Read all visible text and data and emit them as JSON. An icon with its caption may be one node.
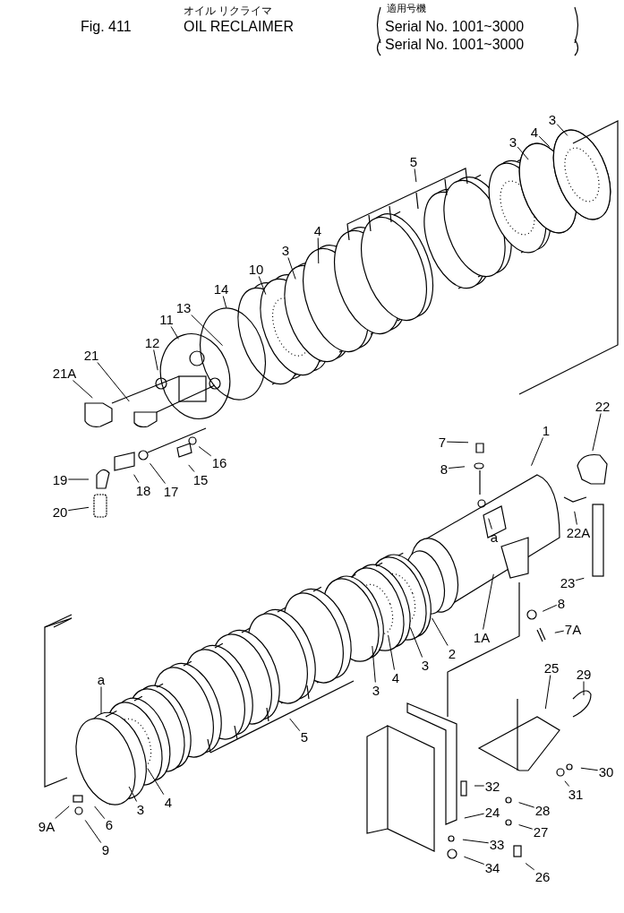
{
  "diagram": {
    "title": "OIL RECLAIMER",
    "nodes": [
      {
        "text": [
          "3"
        ]
      },
      {
        "text": [
          "4"
        ]
      },
      {
        "text": [
          "3"
        ]
      },
      {
        "text": [
          "5"
        ]
      },
      {
        "text": [
          "4"
        ]
      },
      {
        "text": [
          "3"
        ]
      },
      {
        "text": [
          "10"
        ]
      },
      {
        "text": [
          "14"
        ]
      },
      {
        "text": [
          "13"
        ]
      },
      {
        "text": [
          "11"
        ]
      },
      {
        "text": [
          "12"
        ]
      },
      {
        "text": [
          "21"
        ]
      },
      {
        "text": [
          "21A"
        ]
      },
      {
        "text": [
          "22"
        ]
      },
      {
        "text": [
          "1"
        ]
      },
      {
        "text": [
          "7"
        ]
      },
      {
        "text": [
          "8"
        ]
      },
      {
        "text": [
          "16"
        ]
      },
      {
        "text": [
          "15"
        ]
      },
      {
        "text": [
          "17"
        ]
      },
      {
        "text": [
          "18"
        ]
      },
      {
        "text": [
          "19"
        ]
      },
      {
        "text": [
          "20"
        ]
      },
      {
        "text": [
          "a"
        ]
      },
      {
        "text": [
          "22A"
        ]
      },
      {
        "text": [
          "23"
        ]
      },
      {
        "text": [
          "8"
        ]
      },
      {
        "text": [
          "7A"
        ]
      },
      {
        "text": [
          "1A"
        ]
      },
      {
        "text": [
          "2"
        ]
      },
      {
        "text": [
          "3"
        ]
      },
      {
        "text": [
          "4"
        ]
      },
      {
        "text": [
          "3"
        ]
      },
      {
        "text": [
          "25"
        ]
      },
      {
        "text": [
          "29"
        ]
      },
      {
        "text": [
          "a"
        ]
      },
      {
        "text": [
          "5"
        ]
      },
      {
        "text": [
          "30"
        ]
      },
      {
        "text": [
          "31"
        ]
      },
      {
        "text": [
          "32"
        ]
      },
      {
        "text": [
          "28"
        ]
      },
      {
        "text": [
          "24"
        ]
      },
      {
        "text": [
          "27"
        ]
      },
      {
        "text": [
          "33"
        ]
      },
      {
        "text": [
          "26"
        ]
      },
      {
        "text": [
          "34"
        ]
      },
      {
        "text": [
          "3"
        ]
      },
      {
        "text": [
          "4"
        ]
      },
      {
        "text": [
          "9A"
        ]
      },
      {
        "text": [
          "6"
        ]
      },
      {
        "text": [
          "9"
        ]
      }
    ],
    "edges": [
      {
        "from": 0,
        "to": null,
        "arrow": "none"
      },
      {
        "from": 1,
        "to": null,
        "arrow": "none"
      },
      {
        "from": 2,
        "to": null,
        "arrow": "none"
      },
      {
        "from": 3,
        "to": null,
        "arrow": "none"
      },
      {
        "from": 4,
        "to": null,
        "arrow": "none"
      },
      {
        "from": 5,
        "to": null,
        "arrow": "none"
      },
      {
        "from": 6,
        "to": null,
        "arrow": "none"
      },
      {
        "from": 7,
        "to": null,
        "arrow": "none"
      },
      {
        "from": 8,
        "to": null,
        "arrow": "none"
      },
      {
        "from": 9,
        "to": null,
        "arrow": "none"
      },
      {
        "from": 10,
        "to": null,
        "arrow": "none"
      },
      {
        "from": 11,
        "to": null,
        "arrow": "none"
      },
      {
        "from": 12,
        "to": null,
        "arrow": "none"
      },
      {
        "from": 13,
        "to": null,
        "arrow": "none"
      },
      {
        "from": 14,
        "to": null,
        "arrow": "none"
      },
      {
        "from": 15,
        "to": null,
        "arrow": "none"
      },
      {
        "from": 16,
        "to": null,
        "arrow": "none"
      },
      {
        "from": 17,
        "to": null,
        "arrow": "none"
      },
      {
        "from": 18,
        "to": null,
        "arrow": "none"
      },
      {
        "from": 19,
        "to": null,
        "arrow": "none"
      },
      {
        "from": 20,
        "to": null,
        "arrow": "none"
      },
      {
        "from": 21,
        "to": null,
        "arrow": "none"
      },
      {
        "from": 22,
        "to": null,
        "arrow": "none"
      },
      {
        "from": 23,
        "to": null,
        "arrow": "none"
      },
      {
        "from": 24,
        "to": null,
        "arrow": "none"
      },
      {
        "from": 25,
        "to": null,
        "arrow": "none"
      },
      {
        "from": 26,
        "to": null,
        "arrow": "none"
      },
      {
        "from": 27,
        "to": null,
        "arrow": "none"
      },
      {
        "from": 28,
        "to": null,
        "arrow": "none"
      },
      {
        "from": 29,
        "to": null,
        "arrow": "none"
      },
      {
        "from": 30,
        "to": null,
        "arrow": "none"
      },
      {
        "from": 31,
        "to": null,
        "arrow": "none"
      },
      {
        "from": 32,
        "to": null,
        "arrow": "none"
      },
      {
        "from": 33,
        "to": null,
        "arrow": "none"
      },
      {
        "from": 34,
        "to": null,
        "arrow": "none"
      },
      {
        "from": 35,
        "to": null,
        "arrow": "none"
      },
      {
        "from": 36,
        "to": null,
        "arrow": "none"
      },
      {
        "from": 37,
        "to": null,
        "arrow": "none"
      },
      {
        "from": 38,
        "to": null,
        "arrow": "none"
      },
      {
        "from": 39,
        "to": null,
        "arrow": "none"
      },
      {
        "from": 40,
        "to": null,
        "arrow": "none"
      },
      {
        "from": 41,
        "to": null,
        "arrow": "none"
      },
      {
        "from": 42,
        "to": null,
        "arrow": "none"
      },
      {
        "from": 43,
        "to": null,
        "arrow": "none"
      },
      {
        "from": 44,
        "to": null,
        "arrow": "none"
      },
      {
        "from": 45,
        "to": null,
        "arrow": "none"
      },
      {
        "from": 46,
        "to": null,
        "arrow": "none"
      },
      {
        "from": 47,
        "to": null,
        "arrow": "none"
      },
      {
        "from": 48,
        "to": null,
        "arrow": "none"
      },
      {
        "from": 49,
        "to": null,
        "arrow": "none"
      },
      {
        "from": 50,
        "to": null,
        "arrow": "none"
      }
    ],
    "labels": [
      "オイル リクライマ",
      "適用号機",
      "Fig. 411",
      "Serial No. 1001~3000",
      "Serial No. 1001~3000"
    ]
  }
}
